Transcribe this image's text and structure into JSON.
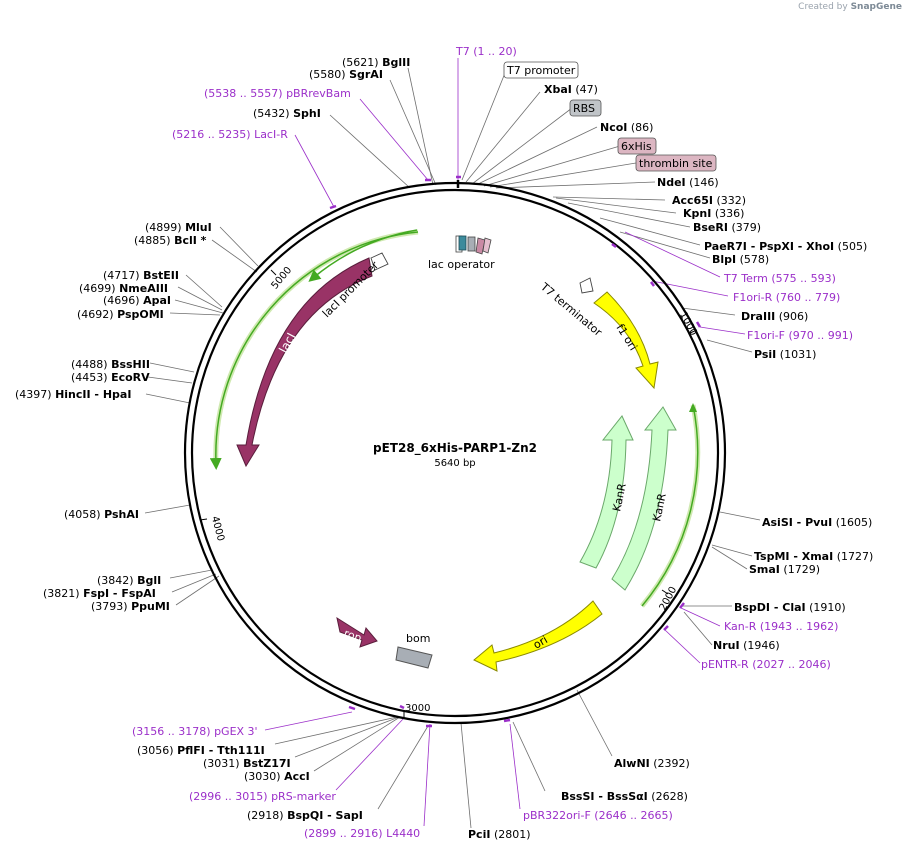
{
  "branding": {
    "created_by": "Created by",
    "product": "SnapGene"
  },
  "plasmid": {
    "name": "pET28_6xHis-PARP1-Zn2",
    "length": "5640 bp"
  },
  "colors": {
    "enzyme_text": "#000000",
    "primer_text": "#9b2fc9",
    "primer_mark": "#9b2fc9",
    "feature_box_fill": "#ffffff",
    "rbs_fill": "#c0c4c8",
    "his_fill": "#dcb6c2",
    "fori_fill": "#ffff00",
    "kanr_fill": "#ccffcc",
    "laci_fill": "#993366",
    "rop_fill": "#993366",
    "bom_fill": "#a8aeb5",
    "orf_stroke": "#44aa22"
  },
  "ruler": [
    "1000",
    "2000",
    "3000",
    "4000",
    "5000"
  ],
  "labels": [
    {
      "id": "bglii",
      "name": "BglII",
      "pos": "(5621)",
      "kind": "enzyme"
    },
    {
      "id": "sgrai",
      "name": "SgrAI",
      "pos": "(5580)",
      "kind": "enzyme"
    },
    {
      "id": "pbrrevbam",
      "name": "pBRrevBam",
      "pos": "(5538 .. 5557)",
      "kind": "primer"
    },
    {
      "id": "sphi",
      "name": "SphI",
      "pos": "(5432)",
      "kind": "enzyme"
    },
    {
      "id": "laci-r",
      "name": "LacI-R",
      "pos": "(5216 .. 5235)",
      "kind": "primer"
    },
    {
      "id": "mlui",
      "name": "MluI",
      "pos": "(4899)",
      "kind": "enzyme"
    },
    {
      "id": "bcli",
      "name": "BclI *",
      "pos": "(4885)",
      "kind": "enzyme"
    },
    {
      "id": "bsteii",
      "name": "BstEII",
      "pos": "(4717)",
      "kind": "enzyme"
    },
    {
      "id": "nmeaiii",
      "name": "NmeAIII",
      "pos": "(4699)",
      "kind": "enzyme"
    },
    {
      "id": "apai",
      "name": "ApaI",
      "pos": "(4696)",
      "kind": "enzyme"
    },
    {
      "id": "pspomi",
      "name": "PspOMI",
      "pos": "(4692)",
      "kind": "enzyme"
    },
    {
      "id": "bsshii",
      "name": "BssHII",
      "pos": "(4488)",
      "kind": "enzyme"
    },
    {
      "id": "ecorv",
      "name": "EcoRV",
      "pos": "(4453)",
      "kind": "enzyme"
    },
    {
      "id": "hincii",
      "name": "HincII  - HpaI",
      "pos": "(4397)",
      "kind": "enzyme"
    },
    {
      "id": "pshai",
      "name": "PshAI",
      "pos": "(4058)",
      "kind": "enzyme"
    },
    {
      "id": "bgli",
      "name": "BglI",
      "pos": "(3842)",
      "kind": "enzyme"
    },
    {
      "id": "fspi",
      "name": "FspI  - FspAI",
      "pos": "(3821)",
      "kind": "enzyme"
    },
    {
      "id": "ppumi",
      "name": "PpuMI",
      "pos": "(3793)",
      "kind": "enzyme"
    },
    {
      "id": "pgex3",
      "name": "pGEX 3'",
      "pos": "(3156 .. 3178)",
      "kind": "primer"
    },
    {
      "id": "pflfi",
      "name": "PflFI  - Tth111I",
      "pos": "(3056)",
      "kind": "enzyme"
    },
    {
      "id": "bstz17i",
      "name": "BstZ17I",
      "pos": "(3031)",
      "kind": "enzyme"
    },
    {
      "id": "acci",
      "name": "AccI",
      "pos": "(3030)",
      "kind": "enzyme"
    },
    {
      "id": "prs-marker",
      "name": "pRS-marker",
      "pos": "(2996 .. 3015)",
      "kind": "primer"
    },
    {
      "id": "bspqi",
      "name": "BspQI  - SapI",
      "pos": "(2918)",
      "kind": "enzyme"
    },
    {
      "id": "l4440",
      "name": "L4440",
      "pos": "(2899 .. 2916)",
      "kind": "primer"
    },
    {
      "id": "pcii",
      "name": "PciI",
      "pos": "(2801)",
      "kind": "enzyme"
    },
    {
      "id": "pbr322ori-f",
      "name": "pBR322ori-F",
      "pos": "(2646 .. 2665)",
      "kind": "primer"
    },
    {
      "id": "bssi",
      "name": "BssSI  - BssSαI",
      "pos": "(2628)",
      "kind": "enzyme"
    },
    {
      "id": "alwni",
      "name": "AlwNI",
      "pos": "(2392)",
      "kind": "enzyme"
    },
    {
      "id": "pentr-r",
      "name": "pENTR-R",
      "pos": "(2027 .. 2046)",
      "kind": "primer"
    },
    {
      "id": "nrui",
      "name": "NruI",
      "pos": "(1946)",
      "kind": "enzyme"
    },
    {
      "id": "kan-r",
      "name": "Kan-R",
      "pos": "(1943 .. 1962)",
      "kind": "primer"
    },
    {
      "id": "bspdi",
      "name": "BspDI  - ClaI",
      "pos": "(1910)",
      "kind": "enzyme"
    },
    {
      "id": "smai",
      "name": "SmaI",
      "pos": "(1729)",
      "kind": "enzyme"
    },
    {
      "id": "tspmi",
      "name": "TspMI  - XmaI",
      "pos": "(1727)",
      "kind": "enzyme"
    },
    {
      "id": "asisi",
      "name": "AsiSI  - PvuI",
      "pos": "(1605)",
      "kind": "enzyme"
    },
    {
      "id": "psii",
      "name": "PsiI",
      "pos": "(1031)",
      "kind": "enzyme"
    },
    {
      "id": "f1ori-f",
      "name": "F1ori-F",
      "pos": "(970 .. 991)",
      "kind": "primer"
    },
    {
      "id": "draiii",
      "name": "DraIII",
      "pos": "(906)",
      "kind": "enzyme"
    },
    {
      "id": "f1ori-r",
      "name": "F1ori-R",
      "pos": "(760 .. 779)",
      "kind": "primer"
    },
    {
      "id": "t7term",
      "name": "T7 Term",
      "pos": "(575 .. 593)",
      "kind": "primer"
    },
    {
      "id": "blpi",
      "name": "BlpI",
      "pos": "(578)",
      "kind": "enzyme"
    },
    {
      "id": "paer7i",
      "name": "PaeR7I  - PspXI  - XhoI",
      "pos": "(505)",
      "kind": "enzyme"
    },
    {
      "id": "bseri",
      "name": "BseRI",
      "pos": "(379)",
      "kind": "enzyme"
    },
    {
      "id": "kpni",
      "name": "KpnI",
      "pos": "(336)",
      "kind": "enzyme"
    },
    {
      "id": "acc65i",
      "name": "Acc65I",
      "pos": "(332)",
      "kind": "enzyme"
    },
    {
      "id": "ndei",
      "name": "NdeI",
      "pos": "(146)",
      "kind": "enzyme"
    },
    {
      "id": "ncoi",
      "name": "NcoI",
      "pos": "(86)",
      "kind": "enzyme"
    },
    {
      "id": "xbai",
      "name": "XbaI",
      "pos": "(47)",
      "kind": "enzyme"
    },
    {
      "id": "t7",
      "name": "T7",
      "pos": "(1 .. 20)",
      "kind": "primer"
    }
  ],
  "boxed_labels": [
    {
      "id": "t7-promoter",
      "text": "T7 promoter"
    },
    {
      "id": "rbs",
      "text": "RBS"
    },
    {
      "id": "6xhis",
      "text": "6xHis"
    },
    {
      "id": "thrombin",
      "text": "thrombin site"
    }
  ],
  "features": [
    {
      "id": "laci",
      "text": "lacI"
    },
    {
      "id": "laci-promoter",
      "text": "lacI promoter"
    },
    {
      "id": "lac-operator",
      "text": "lac operator"
    },
    {
      "id": "t7-terminator",
      "text": "T7 terminator"
    },
    {
      "id": "f1-ori",
      "text": "f1 ori"
    },
    {
      "id": "kanr-inner",
      "text": "KanR"
    },
    {
      "id": "kanr-outer",
      "text": "KanR"
    },
    {
      "id": "ori",
      "text": "ori"
    },
    {
      "id": "rop",
      "text": "rop"
    },
    {
      "id": "bom",
      "text": "bom"
    }
  ]
}
